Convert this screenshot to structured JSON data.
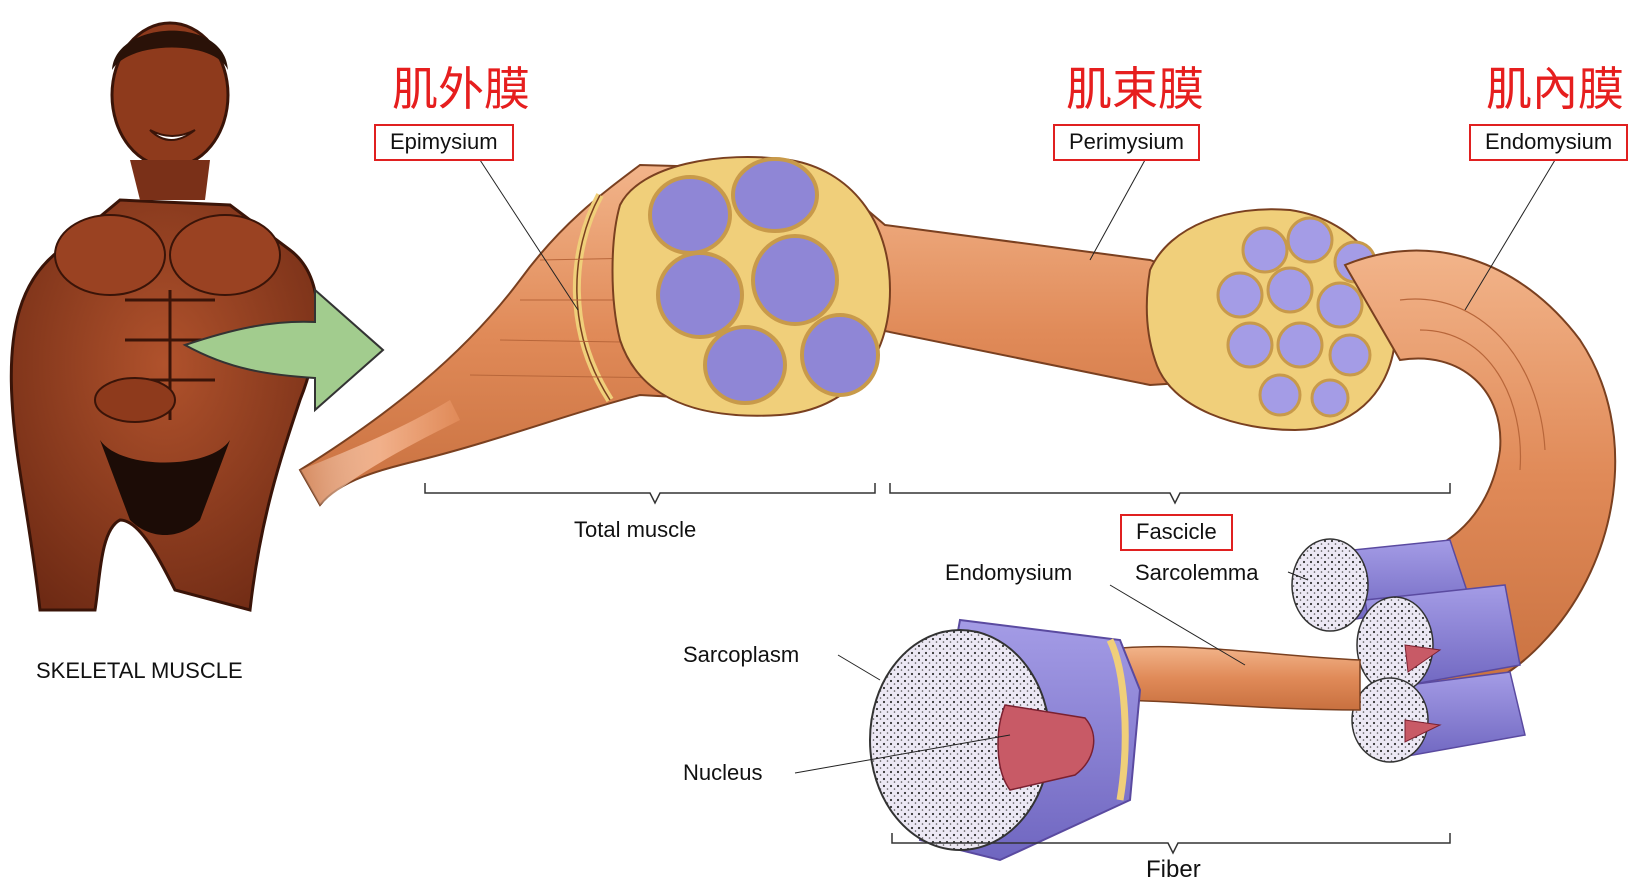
{
  "figure_label": "SKELETAL MUSCLE",
  "chinese_titles": {
    "epimysium": "肌外膜",
    "perimysium": "肌束膜",
    "endomysium": "肌內膜"
  },
  "boxed_labels": {
    "epimysium": "Epimysium",
    "perimysium": "Perimysium",
    "endomysium_top": "Endomysium",
    "fascicle": "Fascicle"
  },
  "labels": {
    "total_muscle": "Total muscle",
    "endomysium_lower": "Endomysium",
    "sarcolemma": "Sarcolemma",
    "sarcoplasm": "Sarcoplasm",
    "nucleus": "Nucleus",
    "fiber": "Fiber"
  },
  "colors": {
    "muscle": "#e0905e",
    "muscle_dark": "#b8663a",
    "connective": "#f0cf7a",
    "fiber_purple": "#8f86d6",
    "nucleus": "#c85a66",
    "highlight_box": "#e02020",
    "arrow": "#9fc98c",
    "skin": "#8a3a1e"
  }
}
